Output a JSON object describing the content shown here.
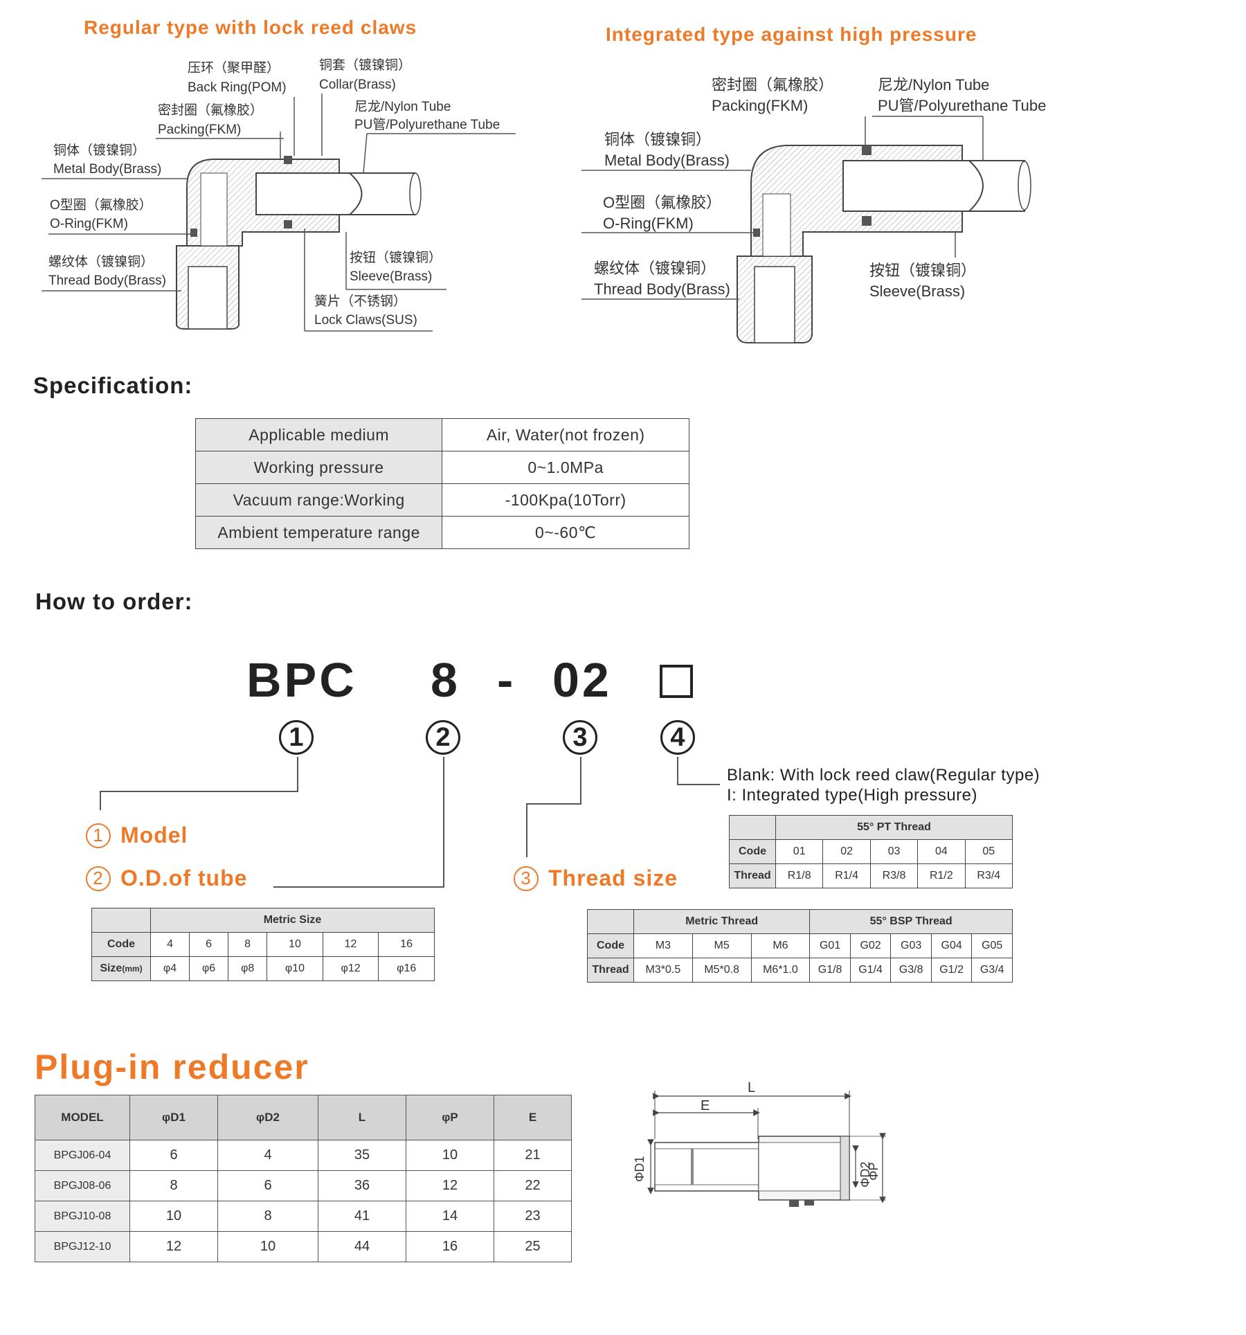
{
  "diagram_regular": {
    "title": "Regular type with lock reed claws",
    "labels": {
      "back_ring_cn": "压环（聚甲醛）",
      "back_ring_en": "Back Ring(POM)",
      "collar_cn": "铜套（镀镍铜）",
      "collar_en": "Collar(Brass)",
      "packing_cn": "密封圈（氟橡胶）",
      "packing_en": "Packing(FKM)",
      "tube_cn": "尼龙/Nylon Tube",
      "tube_en": "PU管/Polyurethane Tube",
      "metal_body_cn": "铜体（镀镍铜）",
      "metal_body_en": "Metal Body(Brass)",
      "oring_cn": "O型圈（氟橡胶）",
      "oring_en": "O-Ring(FKM)",
      "thread_body_cn": "螺纹体（镀镍铜）",
      "thread_body_en": "Thread Body(Brass)",
      "sleeve_cn": "按钮（镀镍铜）",
      "sleeve_en": "Sleeve(Brass)",
      "lock_claws_cn": "簧片（不锈钢）",
      "lock_claws_en": "Lock Claws(SUS)"
    }
  },
  "diagram_integrated": {
    "title": "Integrated type against high pressure",
    "labels": {
      "packing_cn": "密封圈（氟橡胶）",
      "packing_en": "Packing(FKM)",
      "tube_cn": "尼龙/Nylon Tube",
      "tube_en": "PU管/Polyurethane Tube",
      "metal_body_cn": "铜体（镀镍铜）",
      "metal_body_en": "Metal Body(Brass)",
      "oring_cn": "O型圈（氟橡胶）",
      "oring_en": "O-Ring(FKM)",
      "thread_body_cn": "螺纹体（镀镍铜）",
      "thread_body_en": "Thread Body(Brass)",
      "sleeve_cn": "按钮（镀镍铜）",
      "sleeve_en": "Sleeve(Brass)"
    }
  },
  "specification": {
    "title": "Specification:",
    "rows": [
      {
        "k": "Applicable medium",
        "v": "Air, Water(not frozen)"
      },
      {
        "k": "Working pressure",
        "v": "0~1.0MPa"
      },
      {
        "k": "Vacuum range:Working",
        "v": "-100Kpa(10Torr)"
      },
      {
        "k": "Ambient temperature range",
        "v": "0~-60℃"
      }
    ]
  },
  "order": {
    "title": "How to order:",
    "code": {
      "part1": "BPC",
      "part2": "8",
      "dash": "-",
      "part3": "02",
      "part4": "□"
    },
    "circles": [
      "1",
      "2",
      "3",
      "4"
    ],
    "items": {
      "model": {
        "num": "1",
        "label": "Model"
      },
      "od": {
        "num": "2",
        "label": "O.D.of tube"
      },
      "thread": {
        "num": "3",
        "label": "Thread size"
      }
    },
    "type_note": {
      "line1": "Blank: With lock reed claw(Regular type)",
      "line2": "I: Integrated type(High pressure)"
    },
    "metric_table": {
      "group": "Metric Size",
      "code_label": "Code",
      "size_label": "Size",
      "size_unit": "(mm)",
      "codes": [
        "4",
        "6",
        "8",
        "10",
        "12",
        "16"
      ],
      "sizes": [
        "φ4",
        "φ6",
        "φ8",
        "φ10",
        "φ12",
        "φ16"
      ]
    },
    "pt_table": {
      "group": "55° PT Thread",
      "code_label": "Code",
      "thread_label": "Thread",
      "codes": [
        "01",
        "02",
        "03",
        "04",
        "05"
      ],
      "threads": [
        "R1/8",
        "R1/4",
        "R3/8",
        "R1/2",
        "R3/4"
      ]
    },
    "mb_table": {
      "group_metric": "Metric Thread",
      "group_bsp": "55° BSP Thread",
      "code_label": "Code",
      "thread_label": "Thread",
      "codes": [
        "M3",
        "M5",
        "M6",
        "G01",
        "G02",
        "G03",
        "G04",
        "G05"
      ],
      "threads": [
        "M3*0.5",
        "M5*0.8",
        "M6*1.0",
        "G1/8",
        "G1/4",
        "G3/8",
        "G1/2",
        "G3/4"
      ]
    }
  },
  "reducer": {
    "title": "Plug-in reducer",
    "headers": [
      "MODEL",
      "φD1",
      "φD2",
      "L",
      "φP",
      "E"
    ],
    "rows": [
      [
        "BPGJ06-04",
        "6",
        "4",
        "35",
        "10",
        "21"
      ],
      [
        "BPGJ08-06",
        "8",
        "6",
        "36",
        "12",
        "22"
      ],
      [
        "BPGJ10-08",
        "10",
        "8",
        "41",
        "14",
        "23"
      ],
      [
        "BPGJ12-10",
        "12",
        "10",
        "44",
        "16",
        "25"
      ]
    ],
    "drawing_labels": {
      "L": "L",
      "E": "E",
      "D1": "ΦD1",
      "D2": "ΦD2",
      "P": "ΦP"
    }
  },
  "colors": {
    "accent": "#ee7a28",
    "text": "#222222",
    "header_gray": "#e2e2e2"
  }
}
